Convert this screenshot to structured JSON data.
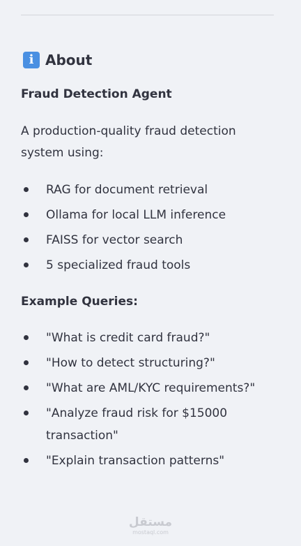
{
  "about": {
    "icon": "info-icon",
    "icon_glyph": "i",
    "title": "About",
    "app_name": "Fraud Detection Agent",
    "description": "A production-quality fraud detection system using:",
    "features": [
      "RAG for document retrieval",
      "Ollama for local LLM inference",
      "FAISS for vector search",
      "5 specialized fraud tools"
    ],
    "examples_heading": "Example Queries:",
    "examples": [
      "\"What is credit card fraud?\"",
      "\"How to detect structuring?\"",
      "\"What are AML/KYC requirements?\"",
      "\"Analyze fraud risk for $15000 transaction\"",
      "\"Explain transaction patterns\""
    ]
  },
  "watermark": {
    "main": "مستقل",
    "sub": "mostaql.com"
  },
  "colors": {
    "background": "#f0f2f6",
    "text": "#31333f",
    "icon_bg": "#4a90e2"
  }
}
